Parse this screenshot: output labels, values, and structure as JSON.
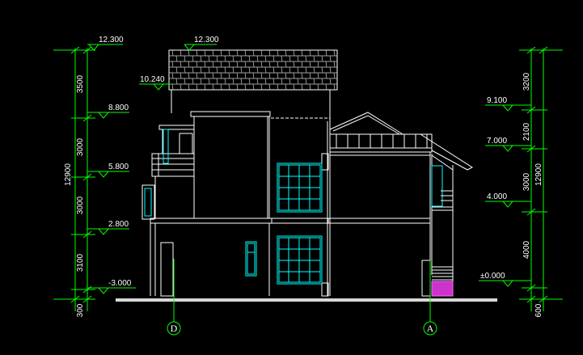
{
  "drawing": {
    "colors": {
      "background": "#000000",
      "outline": "#ffffff",
      "dimension": "#00ff00",
      "window": "#00ffff",
      "axis": "#00ff00",
      "stair": "#ff00ff"
    }
  },
  "left_levels": [
    {
      "label": "12.300"
    },
    {
      "label": "8.800"
    },
    {
      "label": "5.800"
    },
    {
      "label": "2.800"
    },
    {
      "label": "-3.000"
    }
  ],
  "left_dims": {
    "segments": [
      "3500",
      "3000",
      "3000",
      "3100"
    ],
    "total": "12900",
    "bottom": "300"
  },
  "right_levels": [
    {
      "label": "9.100"
    },
    {
      "label": "7.000"
    },
    {
      "label": "4.000"
    },
    {
      "label": "±0.000"
    }
  ],
  "right_dims": {
    "segments": [
      "3200",
      "2100",
      "3000",
      "4000"
    ],
    "total": "12900",
    "bottom": "600"
  },
  "roof_levels": {
    "top": "12.300",
    "eave": "10.240"
  },
  "axes": {
    "left": "D",
    "right": "A"
  }
}
